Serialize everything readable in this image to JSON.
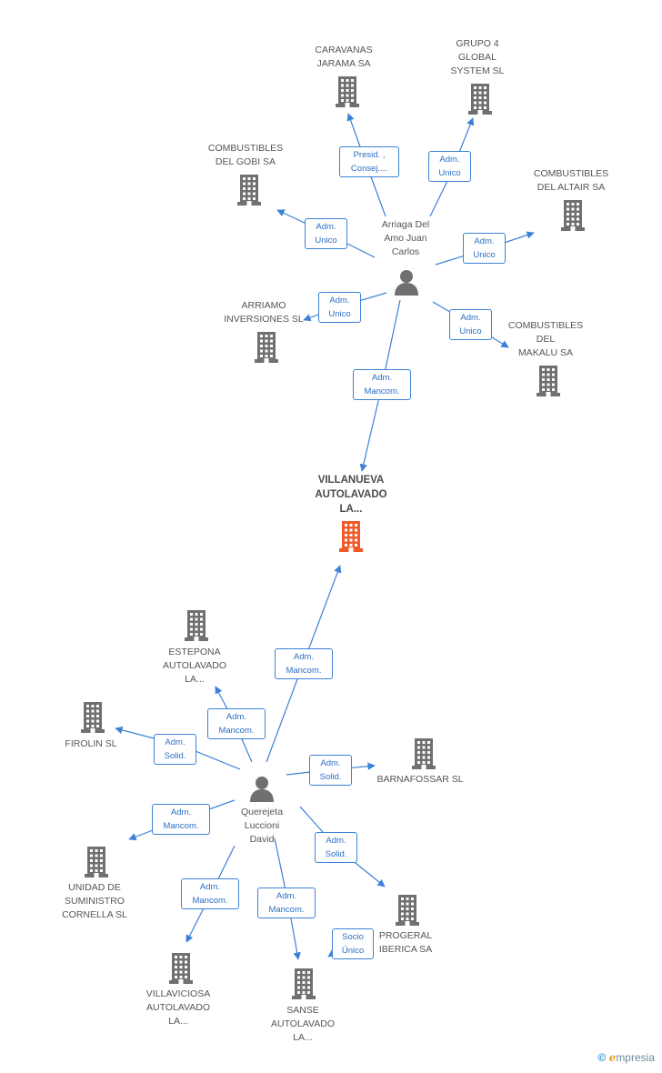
{
  "colors": {
    "edge": "#3b82d6",
    "building": "#707070",
    "focal_building": "#f05a28",
    "person": "#707070"
  },
  "focal": {
    "name": "VILLANUEVA\nAUTOLAVADO\nLA..."
  },
  "persons": [
    {
      "name": "Arriaga Del\nAmo Juan\nCarlos"
    },
    {
      "name": "Querejeta\nLuccioni\nDavid"
    }
  ],
  "companies": [
    {
      "name": "CARAVANAS\nJARAMA SA"
    },
    {
      "name": "GRUPO 4\nGLOBAL\nSYSTEM  SL"
    },
    {
      "name": "COMBUSTIBLES\nDEL GOBI SA"
    },
    {
      "name": "COMBUSTIBLES\nDEL ALTAIR SA"
    },
    {
      "name": "ARRIAMO\nINVERSIONES SL"
    },
    {
      "name": "COMBUSTIBLES\nDEL\nMAKALU SA"
    },
    {
      "name": "ESTEPONA\nAUTOLAVADO\nLA..."
    },
    {
      "name": "FIROLIN SL"
    },
    {
      "name": "BARNAFOSSAR SL"
    },
    {
      "name": "UNIDAD DE\nSUMINISTRO\nCORNELLA SL"
    },
    {
      "name": "PROGERAL\nIBERICA SA"
    },
    {
      "name": "VILLAVICIOSA\nAUTOLAVADO\nLA..."
    },
    {
      "name": "SANSE\nAUTOLAVADO\nLA..."
    }
  ],
  "relations": [
    {
      "label": "Presid. ,\nConsej...."
    },
    {
      "label": "Adm.\nUnico"
    },
    {
      "label": "Adm.\nUnico"
    },
    {
      "label": "Adm.\nUnico"
    },
    {
      "label": "Adm.\nUnico"
    },
    {
      "label": "Adm.\nUnico"
    },
    {
      "label": "Adm.\nMancom."
    },
    {
      "label": "Adm.\nMancom."
    },
    {
      "label": "Adm.\nMancom."
    },
    {
      "label": "Adm.\nSolid."
    },
    {
      "label": "Adm.\nSolid."
    },
    {
      "label": "Adm.\nMancom."
    },
    {
      "label": "Adm.\nSolid."
    },
    {
      "label": "Adm.\nMancom."
    },
    {
      "label": "Adm.\nMancom."
    },
    {
      "label": "Socio\nÚnico"
    }
  ],
  "footer": {
    "copyright": "©",
    "brand_initial": "e",
    "brand_rest": "mpresia"
  }
}
